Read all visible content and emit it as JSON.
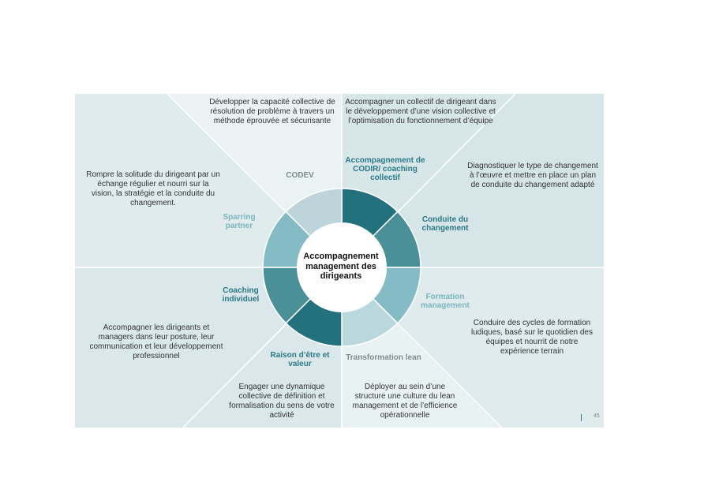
{
  "center_title": "Accompagnement management des dirigeants",
  "segments": [
    {
      "label": "Accompagnement de CODIR/ coaching collectif",
      "description": "Accompagner un collectif de dirigeant dans le développement d’une vision collective et l’optimisation du fonctionnement d’équipe",
      "color": "#23717d"
    },
    {
      "label": "Conduite du changement",
      "description": "Diagnostiquer le type de changement à l’œuvre et mettre en place un plan de conduite du changement adapté",
      "color": "#4b9099"
    },
    {
      "label": "Formation management",
      "description": "Conduire des cycles de formation ludiques, basé sur le quotidien des équipes et nourrit de notre expérience terrain",
      "color": "#84bbc4"
    },
    {
      "label": "Transformation lean",
      "description": "Déployer au sein d’une structure une culture du lean management et de l’efficience opérationnelle",
      "color": "#b9d7dc"
    },
    {
      "label": "Raison d’être et valeur",
      "description": "Engager une dynamique collective de définition et formalisation du sens de votre activité",
      "color": "#23717d"
    },
    {
      "label": "Coaching individuel",
      "description": "Accompagner les dirigeants et managers dans leur posture, leur communication et leur développement professionnel",
      "color": "#4b9099"
    },
    {
      "label": "Sparring partner",
      "description": "Rompre la solitude du dirigeant par un échange régulier et nourri sur la vision, la stratégie et la conduite du changement.",
      "color": "#84bbc4"
    },
    {
      "label": "CODEV",
      "description": "Développer la capacité collective de résolution de problème à travers un méthode éprouvée et sécurisante",
      "color": "#bdd5da"
    }
  ],
  "page_number": "45",
  "colors": {
    "sector_dark": "#d5e5e8",
    "sector_mid": "#e0ecee",
    "sector_light": "#e9f2f3",
    "label_dark": "#2b7a86",
    "label_light": "#7db6bf",
    "label_grey": "#7f8c8e"
  }
}
